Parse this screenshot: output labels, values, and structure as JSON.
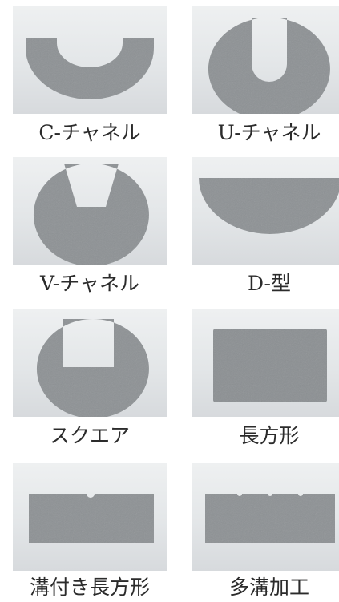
{
  "profiles": [
    {
      "label": "C-チャネル",
      "shape": "c-channel"
    },
    {
      "label": "U-チャネル",
      "shape": "u-channel"
    },
    {
      "label": "V-チャネル",
      "shape": "v-channel"
    },
    {
      "label": "D-型",
      "shape": "d-shape"
    },
    {
      "label": "スクエア",
      "shape": "square-channel"
    },
    {
      "label": "長方形",
      "shape": "rectangle"
    },
    {
      "label": "溝付き長方形",
      "shape": "grooved-rectangle"
    },
    {
      "label": "多溝加工",
      "shape": "multi-groove"
    }
  ],
  "colors": {
    "material": "#8f9396",
    "background": "#e4e7e9",
    "text": "#2b2b2b"
  }
}
